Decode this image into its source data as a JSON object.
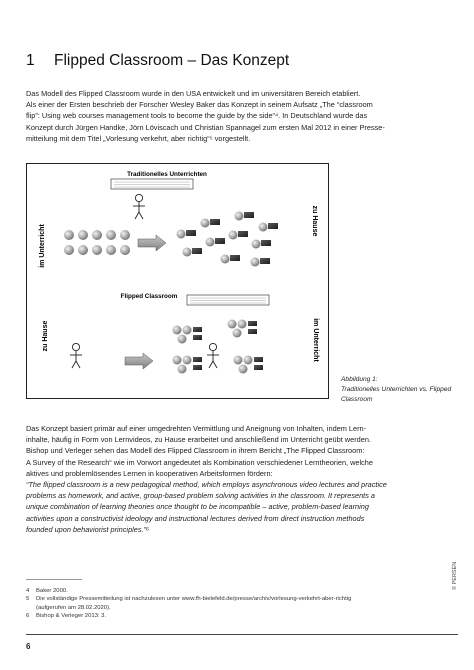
{
  "heading": {
    "number": "1",
    "title": "Flipped Classroom – Das Konzept"
  },
  "intro": {
    "lines": [
      "Das Modell des Flipped Classroom wurde in den USA entwickelt und im universitären Bereich etabliert.",
      "Als einer der Ersten beschrieb der Forscher Wesley Baker das Konzept in seinem Aufsatz „The “classroom",
      "flip”: Using web courses management tools to become the guide by the side“⁴. In Deutschland wurde das",
      "Konzept durch Jürgen Handke, Jörn Löviscach und Christian Spannagel zum ersten Mal 2012 in einer Presse-",
      "mitteilung mit dem Titel „Vorlesung verkehrt, aber richtig“⁵ vorgestellt."
    ]
  },
  "figure": {
    "top_title": "Traditionelles Unterrichten",
    "bottom_title": "Flipped Classroom",
    "label_top_left": "im Unterricht",
    "label_top_right": "zu Hause",
    "label_bottom_left": "zu Hause",
    "label_bottom_right": "im Unterricht",
    "caption_label": "Abbildung 1:",
    "caption_text": "Traditionelles Unterrichten vs. Flipped Classroom"
  },
  "body": {
    "lines": [
      "Das Konzept basiert primär auf einer umgedrehten Vermittlung und Aneignung von Inhalten, indem Lern-",
      "inhalte, häufig in Form von Lernvideos, zu Hause erarbeitet und anschließend im Unterricht geübt werden.",
      "Bishop und Verleger sehen das Modell des Flipped Classroom in ihrem Bericht „The Flipped Classroom:",
      "A Survey of the Research“ wie im Vorwort angedeutet als Kombination verschiedener Lerntheorien, welche",
      "aktives und problemlösendes Lernen in kooperativen Arbeitsformen fördern:"
    ],
    "quote_lines": [
      "“The flipped classroom is a new pedagogical method, which employs asynchronous video lectures and practice",
      "problems as homework, and active, group-based problem solving activities in the classroom. It represents a",
      "unique combination of learning theories once thought to be incompatible – active, problem-based learning",
      "activities upon a constructivist ideology and instructional lectures derived from direct instruction methods",
      "founded upon behaviorist principles.”⁶"
    ]
  },
  "footnotes": [
    {
      "mark": "4",
      "text": "Baker 2000."
    },
    {
      "mark": "5",
      "text": "Die vollständige Pressemitteilung ist nachzulesen unter www.fh-bielefeld.de/presse/archiv/vorlesung-verkehrt-aber-richtig"
    },
    {
      "mark": "",
      "text": "(aufgerufen am 28.02.2020)."
    },
    {
      "mark": "6",
      "text": "Bishop & Verleger 2013: 3."
    }
  ],
  "copyright": "© PERSEN",
  "page_number": "6"
}
